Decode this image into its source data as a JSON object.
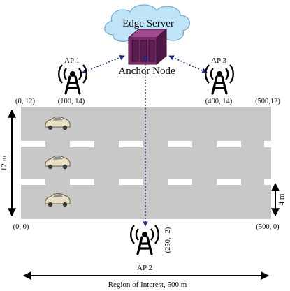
{
  "edge_server": {
    "label": "Edge Server"
  },
  "anchor_node": {
    "label": "Anchor Node"
  },
  "access_points": [
    {
      "name": "AP 1",
      "coord": "(100, 14)"
    },
    {
      "name": "AP 2",
      "coord": "(250, -2)"
    },
    {
      "name": "AP 3",
      "coord": "(400, 14)"
    }
  ],
  "road": {
    "corner_labels": {
      "top_left": "(0, 12)",
      "top_right": "(500,12)",
      "bottom_left": "(0, 0)",
      "bottom_right": "(500, 0)"
    },
    "height_label": "12 m",
    "lane_label": "4 m",
    "region_label": "Region of Interest, 500 m"
  },
  "colors": {
    "road": "#c8c8c8",
    "cloud": "#bfe3f7",
    "server": "#7a2a6a",
    "link": "#1f2a80",
    "car": "#eadfc4"
  }
}
